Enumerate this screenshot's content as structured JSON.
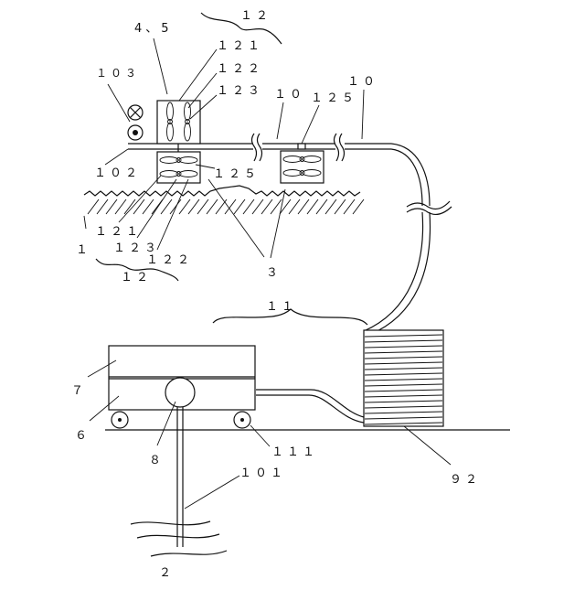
{
  "labels": {
    "lbl_12_top": "１２",
    "lbl_4_5": "4、5",
    "lbl_121_top": "１２１",
    "lbl_122_top": "１２２",
    "lbl_123_top": "１２３",
    "lbl_103": "１０３",
    "lbl_10_a": "１０",
    "lbl_125_top": "１２５",
    "lbl_10_b": "１０",
    "lbl_102": "１０２",
    "lbl_125_mid": "１２５",
    "lbl_1": "１",
    "lbl_121_bot": "１２１",
    "lbl_123_bot": "１２３",
    "lbl_122_bot": "１２２",
    "lbl_12_bot": "１２",
    "lbl_3": "３",
    "lbl_11": "１１",
    "lbl_7": "７",
    "lbl_6": "６",
    "lbl_8": "８",
    "lbl_111": "１１１",
    "lbl_101": "１０１",
    "lbl_92": "９２",
    "lbl_2": "２"
  },
  "colors": {
    "line": "#111111",
    "background": "#ffffff"
  },
  "icons": {
    "symbol_103_upper": "circle-x-icon",
    "symbol_103_lower": "circle-dot-icon",
    "fan": "propeller-fan-icon"
  }
}
